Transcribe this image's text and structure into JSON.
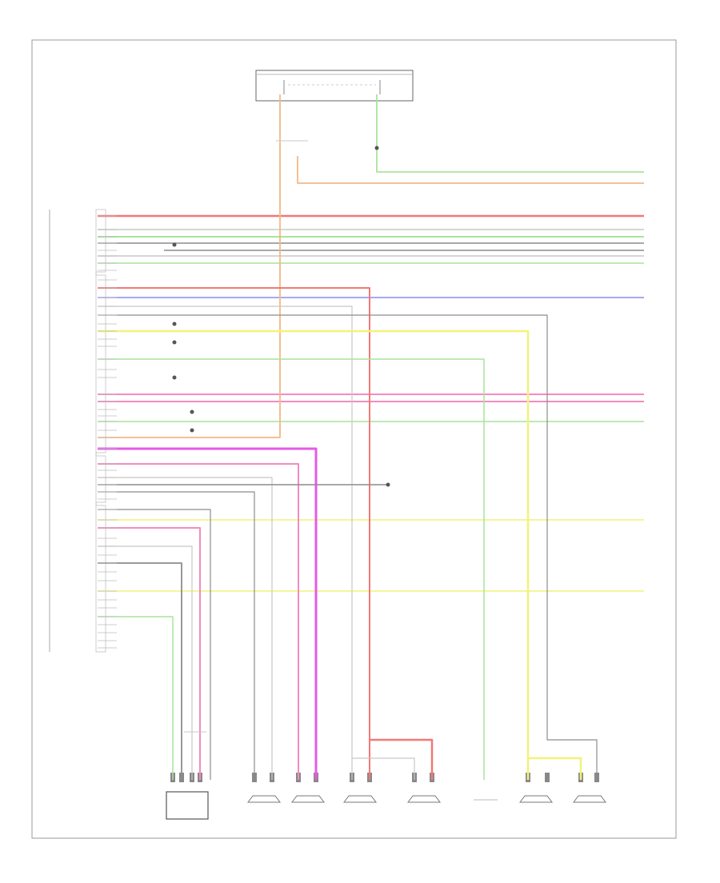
{
  "diagram": {
    "title": "",
    "footer_code": "",
    "module_label": "",
    "components": [],
    "wires": [
      {
        "name": "red",
        "color": "#f27878"
      },
      {
        "name": "orange",
        "color": "#f6b886"
      },
      {
        "name": "green",
        "color": "#a9e49a"
      },
      {
        "name": "gray",
        "color": "#8c8c8c"
      },
      {
        "name": "blue",
        "color": "#8c8cf0"
      },
      {
        "name": "yellow",
        "color": "#f2f27a"
      },
      {
        "name": "pink",
        "color": "#f28cc0"
      },
      {
        "name": "magenta",
        "color": "#e65ae6"
      },
      {
        "name": "light-gray",
        "color": "#c8c8c8"
      }
    ]
  }
}
